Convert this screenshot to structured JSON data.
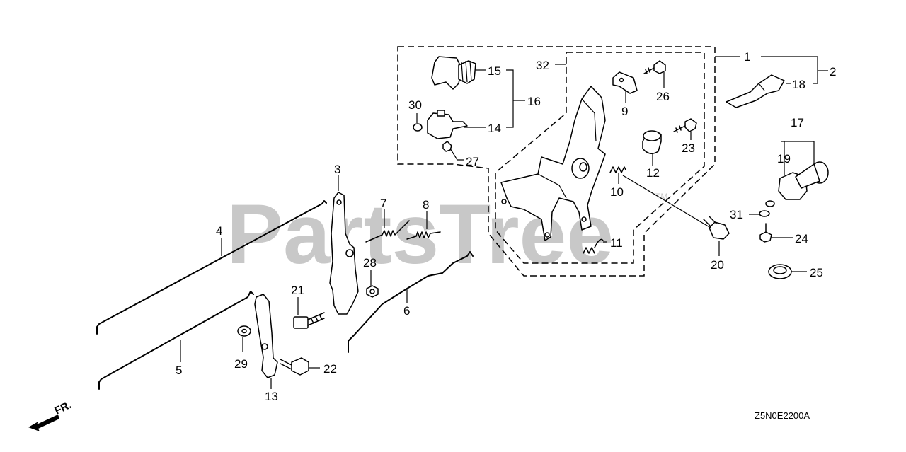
{
  "watermark": {
    "text": "PartsTree",
    "tm": "TM"
  },
  "direction_label": "FR.",
  "diagram_code": "Z5N0E2200A",
  "callouts": {
    "c1": "1",
    "c2": "2",
    "c3": "3",
    "c4": "4",
    "c5": "5",
    "c6": "6",
    "c7": "7",
    "c8": "8",
    "c9": "9",
    "c10": "10",
    "c11": "11",
    "c12": "12",
    "c13": "13",
    "c14": "14",
    "c15": "15",
    "c16": "16",
    "c17": "17",
    "c18": "18",
    "c19": "19",
    "c20": "20",
    "c21": "21",
    "c22": "22",
    "c23": "23",
    "c24": "24",
    "c25": "25",
    "c26": "26",
    "c27": "27",
    "c28": "28",
    "c29": "29",
    "c30": "30",
    "c31": "31",
    "c32": "32"
  }
}
